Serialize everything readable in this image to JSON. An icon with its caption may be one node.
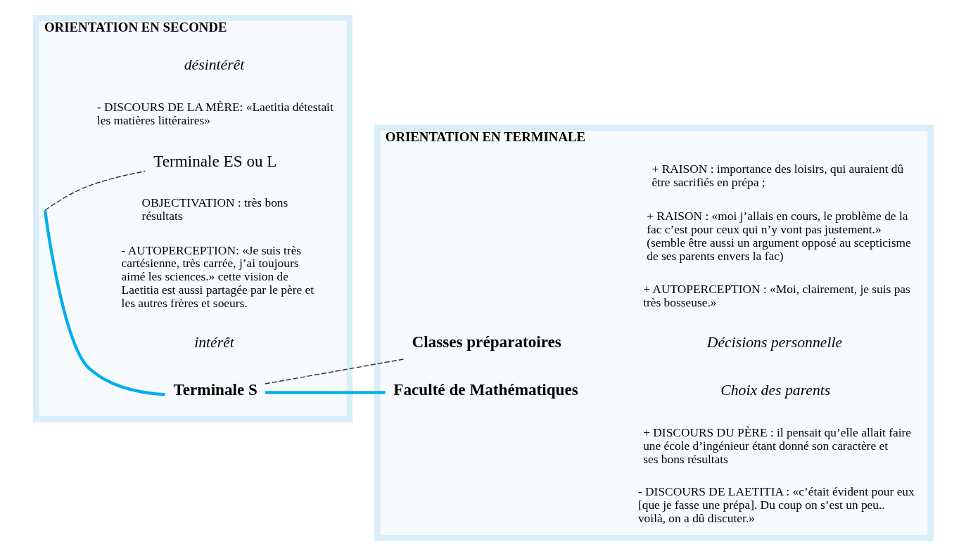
{
  "diagram": {
    "nodes": [
      {
        "text": [
          "ORIENTATION EN SECONDE"
        ]
      },
      {
        "text": [
          "Terminale ES ou L"
        ],
        "in": 0
      },
      {
        "text": [
          "Terminale S"
        ],
        "in": 0
      },
      {
        "text": [
          "ORIENTATION EN TERMINALE"
        ]
      },
      {
        "text": [
          "Classes préparatoires"
        ],
        "in": 3
      },
      {
        "text": [
          "Faculté de Mathématiques"
        ],
        "in": 3
      }
    ],
    "edges": [
      {
        "from": null,
        "to": 1,
        "arrow": "none",
        "style": "dashed"
      },
      {
        "from": null,
        "to": 2,
        "arrow": "none",
        "style": "thick",
        "color": "#00aeef"
      },
      {
        "from": 2,
        "to": 4,
        "arrow": "none",
        "style": "dashed"
      },
      {
        "from": 2,
        "to": 5,
        "arrow": "none",
        "style": "thick",
        "color": "#00aeef"
      }
    ],
    "labels": [
      "désintérêt",
      "- DISCOURS DE LA MÈRE: «Laetitia détestait les matières littéraires»",
      "OBJECTIVATION : très bons résultats",
      "- AUTOPERCEPTION: «Je suis très cartésienne, très carrée, j’ai toujours aimé les sciences.» cette vision de Laetitia est aussi partagée par le père et les autres frères et soeurs.",
      "intérêt",
      "Choix des parents",
      "+ DISCOURS DU PÈRE : il pensait qu’elle allait faire une école d’ingénieur étant donné son caractère et ses bons résultats",
      "- DISCOURS DE LAETITIA : «c’était évident pour eux [que je fasse une prépa]. Du coup on s’est un peu.. voilà, on a dû discuter.»",
      "+ RAISON : importance des loisirs, qui auraient dû être sacrifiés en prépa ;",
      "+ RAISON : «moi j’allais en cours, le problème de la fac c’est pour ceux qui n’y vont pas justement.» (semble être aussi un argument opposé au scepticisme de ses parents envers la fac)",
      "+ AUTOPERCEPTION : «Moi, clairement, je suis pas très bosseuse.»",
      "Décisions personnelle"
    ]
  }
}
